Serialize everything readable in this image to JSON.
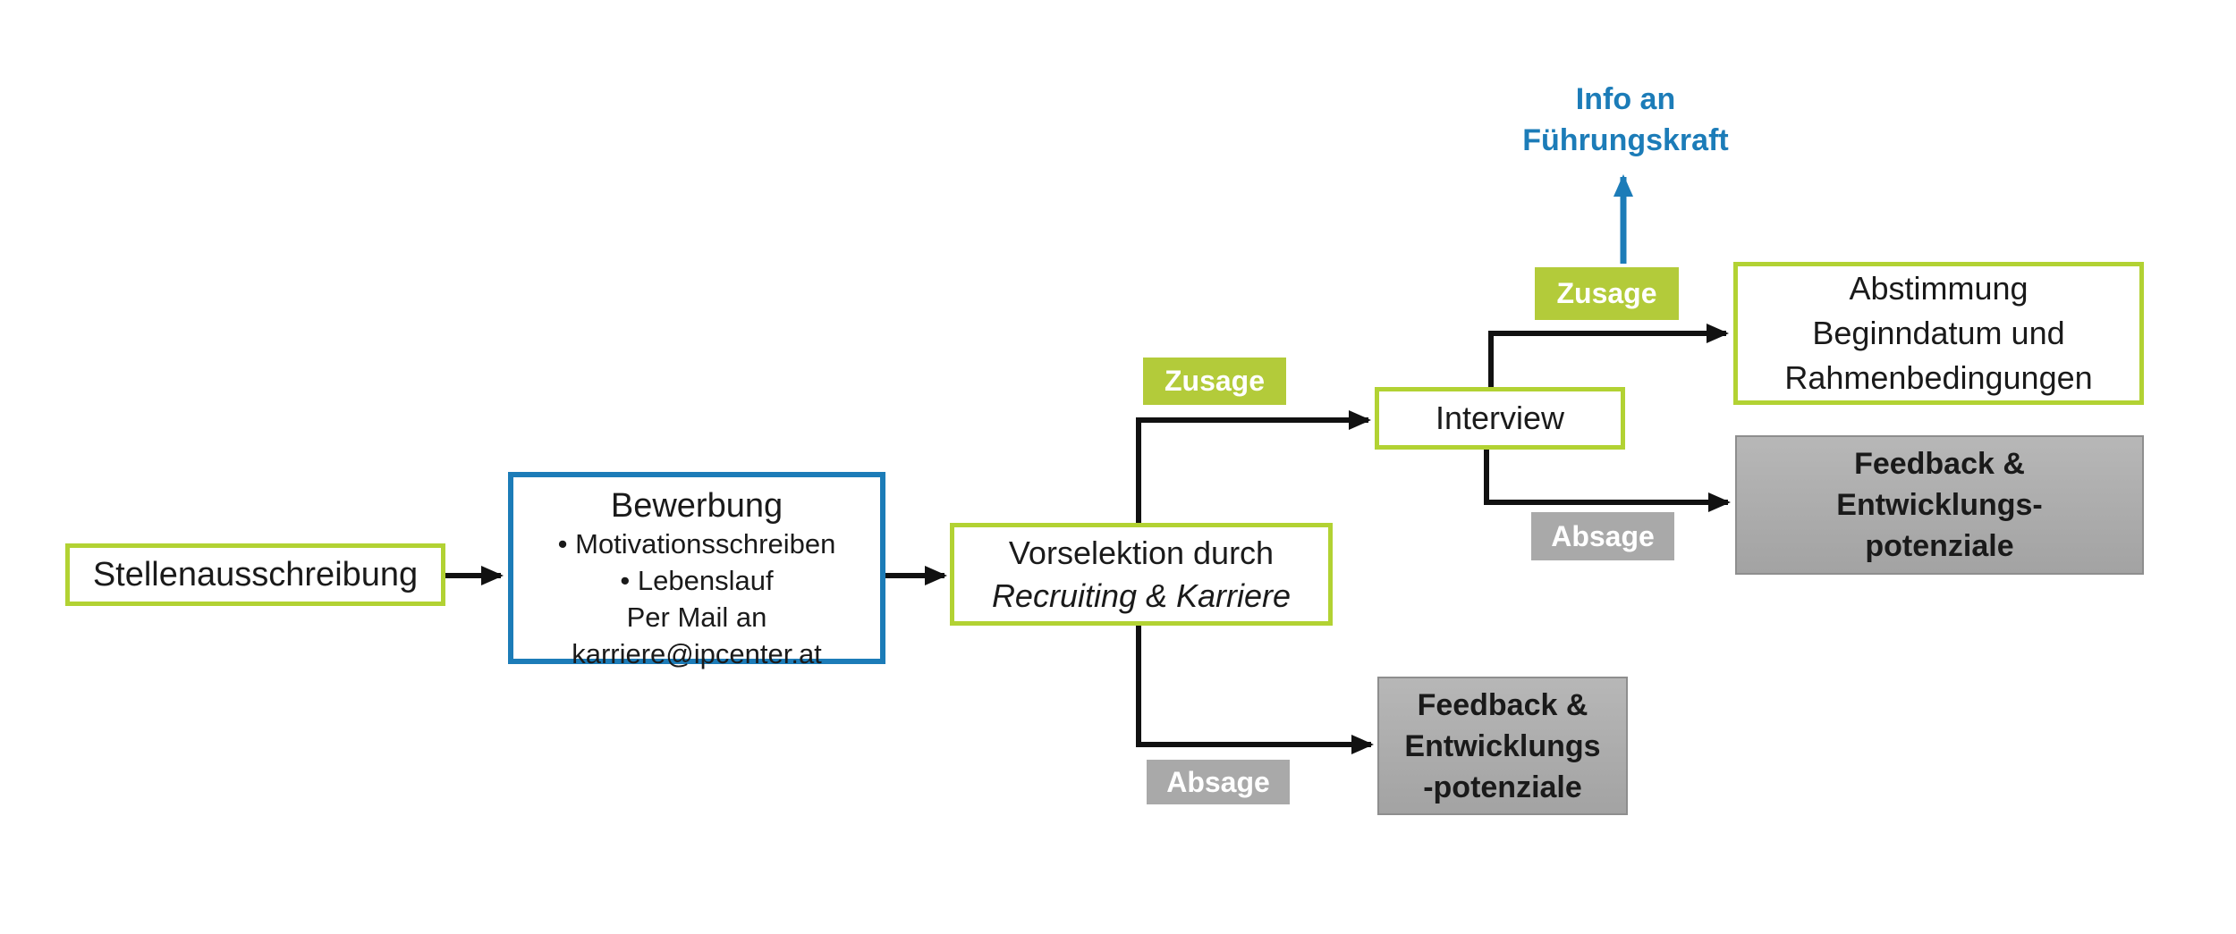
{
  "nodes": {
    "stellenausschreibung": {
      "label": "Stellenausschreibung"
    },
    "bewerbung": {
      "title": "Bewerbung",
      "lines": [
        "•    Motivationsschreiben",
        "•    Lebenslauf",
        "Per Mail an",
        "karriere@ipcenter.at"
      ]
    },
    "vorselektion": {
      "line1": "Vorselektion durch",
      "line2": "Recruiting & Karriere"
    },
    "interview": {
      "label": "Interview"
    },
    "abstimmung": {
      "lines": [
        "Abstimmung",
        "Beginndatum und",
        "Rahmenbedingungen"
      ]
    },
    "feedback_right": {
      "lines": [
        "Feedback &",
        "Entwicklungs-",
        "potenziale"
      ]
    },
    "feedback_bottom": {
      "lines": [
        "Feedback &",
        "Entwicklungs",
        "-potenziale"
      ]
    }
  },
  "labels": {
    "zusage_top": "Zusage",
    "zusage_mid": "Zusage",
    "absage_right": "Absage",
    "absage_bottom": "Absage",
    "info_line1": "Info an",
    "info_line2": "Führungskraft"
  },
  "colors": {
    "green_border": "#b2d233",
    "green_label": "#b3cb3a",
    "blue": "#1c7cb8",
    "gray_label": "#a9a9a9",
    "gray_box": "#ababab",
    "gray_box_border": "#8e8e8e",
    "connector": "#111111"
  }
}
